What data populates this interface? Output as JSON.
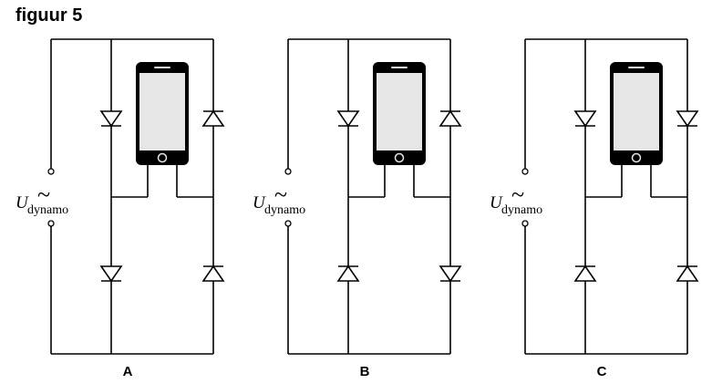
{
  "title": "figuur 5",
  "voltage": {
    "symbol": "U",
    "subscript": "dynamo",
    "ac_mark": "~"
  },
  "circuits": [
    {
      "label": "A",
      "diodes": {
        "top_left": "down",
        "top_right": "up",
        "bottom_left": "down",
        "bottom_right": "up"
      }
    },
    {
      "label": "B",
      "diodes": {
        "top_left": "down",
        "top_right": "up",
        "bottom_left": "up",
        "bottom_right": "down"
      }
    },
    {
      "label": "C",
      "diodes": {
        "top_left": "down",
        "top_right": "down",
        "bottom_left": "up",
        "bottom_right": "up"
      }
    }
  ],
  "colors": {
    "line": "#000000",
    "phone_screen": "#e6e6e6"
  },
  "icons": {
    "load": "smartphone-icon",
    "rectifier": "diode-icon"
  }
}
